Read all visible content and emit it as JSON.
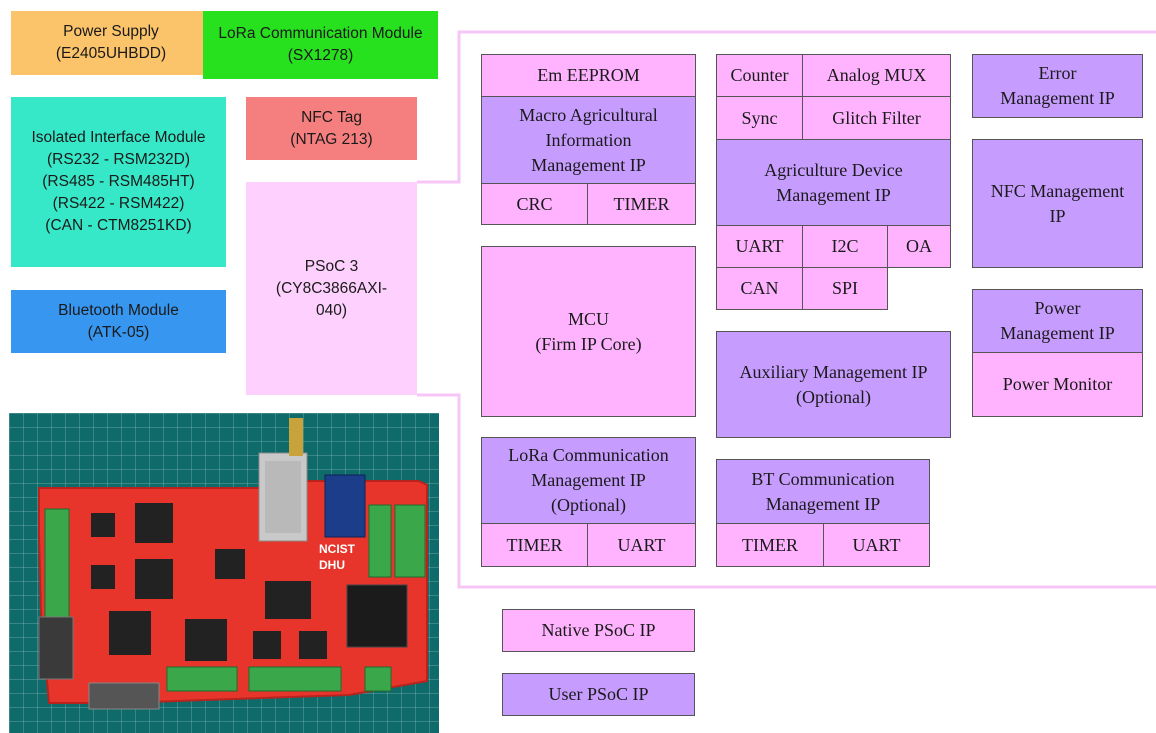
{
  "left_modules": {
    "power": {
      "lines": "Power Supply\n(E2405UHBDD)",
      "color": "#fbc46b"
    },
    "lora": {
      "lines": "LoRa Communication Module\n(SX1278)",
      "color": "#27e01e"
    },
    "isolated": {
      "lines": "Isolated Interface Module\n(RS232 - RSM232D)\n(RS485 - RSM485HT)\n(RS422 - RSM422)\n(CAN - CTM8251KD)",
      "color": "#36e8c8"
    },
    "nfc": {
      "lines": "NFC Tag\n(NTAG 213)",
      "color": "#f57f7f"
    },
    "bluetooth": {
      "lines": "Bluetooth Module\n(ATK-05)",
      "color": "#3796ef"
    },
    "psoc": {
      "lines": "PSoC 3\n(CY8C3866AXI-\n040)",
      "color": "#fdd0fd"
    }
  },
  "ip_blocks": {
    "em_eeprom": "Em EEPROM",
    "macro_agri": "Macro Agricultural\nInformation\nManagement IP",
    "crc": "CRC",
    "timer1": "TIMER",
    "counter": "Counter",
    "analog_mux": "Analog MUX",
    "sync": "Sync",
    "glitch": "Glitch Filter",
    "agri_device": "Agriculture Device\nManagement IP",
    "uart1": "UART",
    "i2c": "I2C",
    "oa": "OA",
    "can": "CAN",
    "spi": "SPI",
    "error_mgmt": "Error\nManagement IP",
    "nfc_mgmt": "NFC Management\nIP",
    "power_mgmt": "Power\nManagement IP",
    "power_monitor": "Power Monitor",
    "mcu": "MCU\n(Firm IP Core)",
    "aux_mgmt": "Auxiliary Management IP\n(Optional)",
    "lora_mgmt": "LoRa Communication\nManagement IP\n(Optional)",
    "timer2": "TIMER",
    "uart2": "UART",
    "bt_mgmt": "BT Communication\nManagement IP",
    "timer3": "TIMER",
    "uart3": "UART"
  },
  "legend": {
    "native": "Native PSoC IP",
    "user": "User PSoC IP"
  },
  "photo": {
    "silkscreen": "NCIST\nDHU"
  },
  "colors": {
    "native_ip": "#ffb3ff",
    "user_ip": "#c79cff",
    "frame": "#f7c6f7",
    "pcb_board": "#e8352c"
  }
}
